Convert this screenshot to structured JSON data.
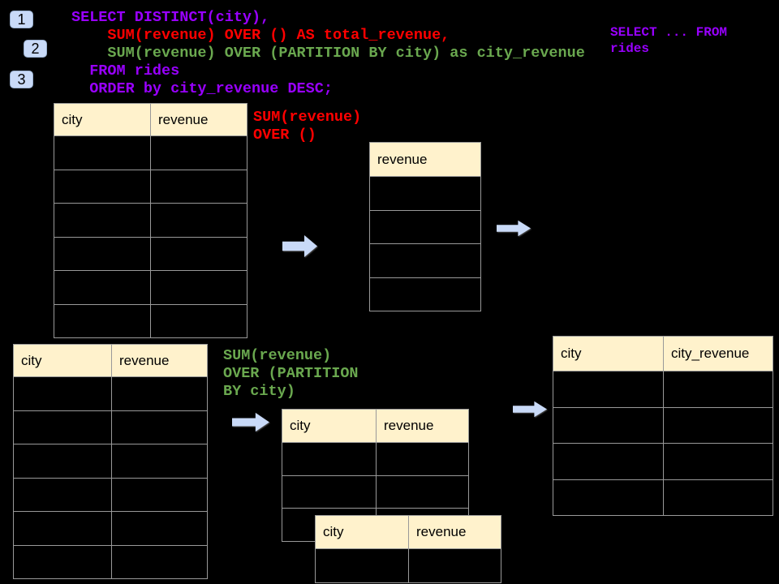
{
  "colors": {
    "background": "#000000",
    "sql_purple": "#9900ff",
    "sql_red": "#ff0000",
    "sql_green": "#6aa84f",
    "table_header_fill": "#fff2cc",
    "table_border": "#999999",
    "badge_fill": "#c9daf8",
    "arrow_fill": "#c9daf8"
  },
  "badges": [
    "1",
    "2",
    "3"
  ],
  "sql_code": {
    "line1": "SELECT DISTINCT(city),",
    "line2": "    SUM(revenue) OVER () AS total_revenue,",
    "line3": "    SUM(revenue) OVER (PARTITION BY city) as city_revenue",
    "line4": "  FROM rides",
    "line5": "  ORDER by city_revenue DESC;"
  },
  "side_note": "SELECT ... FROM\nrides",
  "annotations": {
    "total": "SUM(revenue)\nOVER ()",
    "partition": "SUM(revenue)\nOVER (PARTITION\nBY city)"
  },
  "tables": {
    "source_top": {
      "headers": [
        "city",
        "revenue"
      ],
      "empty_rows": 6
    },
    "total_result": {
      "headers": [
        "revenue"
      ],
      "empty_rows": 4
    },
    "source_bottom": {
      "headers": [
        "city",
        "revenue"
      ],
      "empty_rows": 6
    },
    "partition_back": {
      "headers": [
        "city",
        "revenue"
      ],
      "empty_rows": 3
    },
    "partition_front": {
      "headers": [
        "city",
        "revenue"
      ],
      "empty_rows": 1
    },
    "result_right": {
      "headers": [
        "city",
        "city_revenue"
      ],
      "empty_rows": 4
    }
  }
}
